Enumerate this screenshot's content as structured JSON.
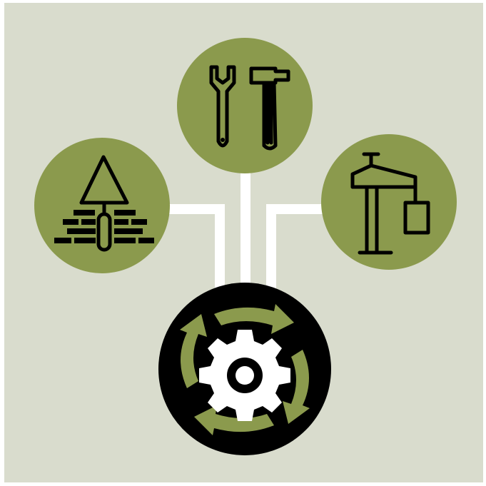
{
  "colors": {
    "background": "#d9dccd",
    "frame": "#ffffff",
    "accent_green": "#8b9a4d",
    "icon_stroke": "#000000",
    "hub_fill": "#000000",
    "gear_fill": "#ffffff",
    "connector": "#ffffff"
  },
  "nodes": [
    {
      "id": "masonry",
      "icon": "trowel-and-bricks-icon"
    },
    {
      "id": "tools",
      "icon": "wrench-and-hammer-icon"
    },
    {
      "id": "crane",
      "icon": "tower-crane-icon"
    }
  ],
  "hub": {
    "icon": "gear-with-cycle-arrows-icon"
  }
}
